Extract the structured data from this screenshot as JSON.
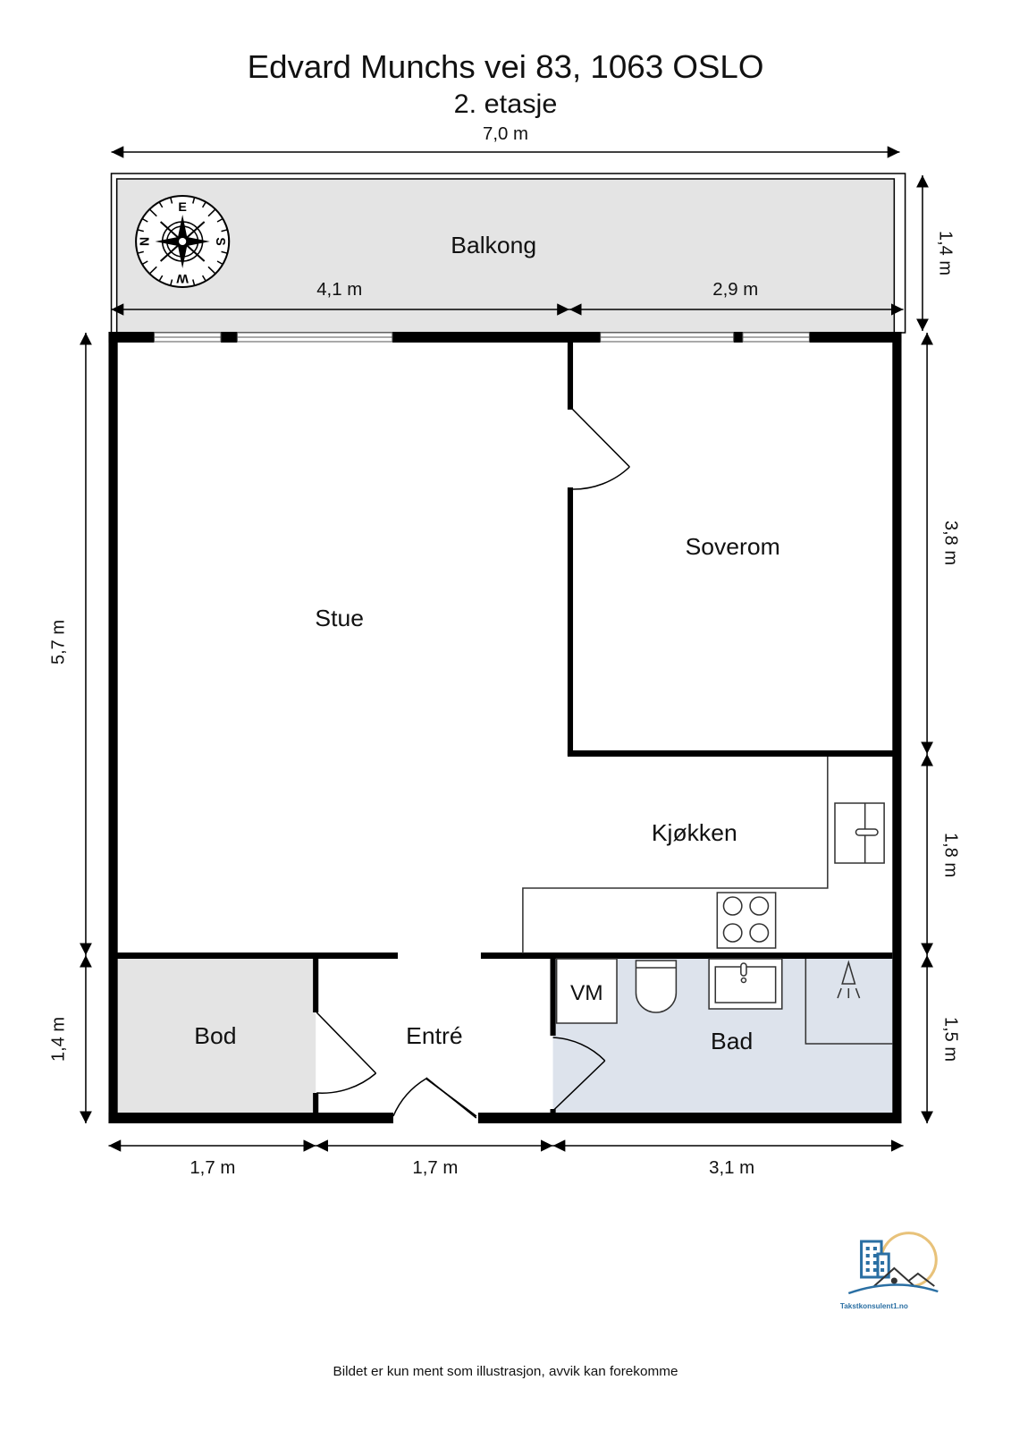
{
  "header": {
    "address": "Edvard Munchs vei 83, 1063 OSLO",
    "floor": "2. etasje"
  },
  "rooms": {
    "balkong": "Balkong",
    "stue": "Stue",
    "soverom": "Soverom",
    "kjokken": "Kjøkken",
    "bod": "Bod",
    "entre": "Entré",
    "bad": "Bad",
    "vm": "VM"
  },
  "compass": {
    "n": "N",
    "e": "E",
    "s": "S",
    "w": "W"
  },
  "dimensions": {
    "top_total": "7,0 m",
    "balcony_left": "4,1 m",
    "balcony_right": "2,9 m",
    "balcony_depth": "1,4 m",
    "left_main": "5,7 m",
    "left_bottom": "1,4 m",
    "right_soverom": "3,8 m",
    "right_kjokken": "1,8 m",
    "right_bad": "1,5 m",
    "bottom_bod": "1,7 m",
    "bottom_entre": "1,7 m",
    "bottom_bad": "3,1 m"
  },
  "logo": {
    "text": "Takstkonsulent1.no"
  },
  "footer": {
    "disclaimer": "Bildet er kun ment som illustrasjon, avvik kan forekomme"
  },
  "colors": {
    "wall": "#000000",
    "balcony_fill": "#e4e4e4",
    "bod_fill": "#e4e4e4",
    "bad_fill": "#dde3ec",
    "logo_blue": "#2a6fa3",
    "logo_sun": "#e8c27a"
  }
}
